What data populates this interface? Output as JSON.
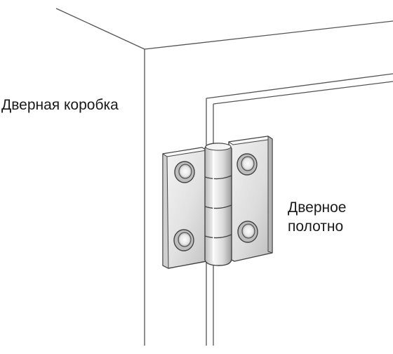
{
  "labels": {
    "door_frame": "Дверная коробка",
    "door_leaf_line1": "Дверное",
    "door_leaf_line2": "полотно"
  },
  "colors": {
    "outline": "#444444",
    "hinge_light": "#f3f3f3",
    "hinge_mid": "#d6d6d6",
    "hinge_dark": "#9a9a9a",
    "background": "#ffffff",
    "text": "#1a1a1a"
  },
  "icons": {
    "hinge": "butt-hinge-icon"
  }
}
